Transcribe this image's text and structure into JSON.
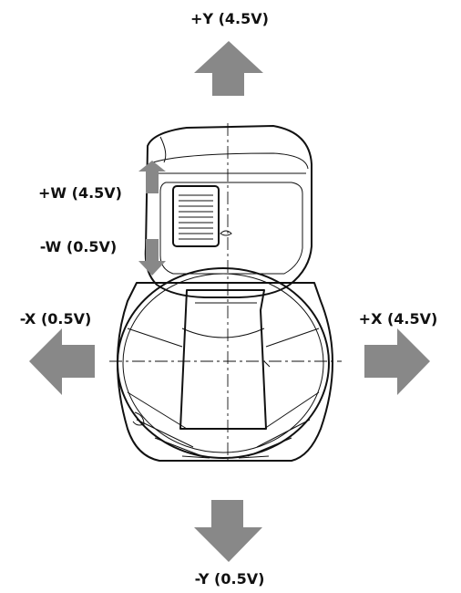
{
  "labels": {
    "plus_y": "+Y (4.5V)",
    "minus_y": "-Y (0.5V)",
    "plus_x": "+X (4.5V)",
    "minus_x": "-X (0.5V)",
    "plus_w": "+W (4.5V)",
    "minus_w": "-W (0.5V)"
  },
  "colors": {
    "arrow": "#888888",
    "line": "#111111"
  }
}
